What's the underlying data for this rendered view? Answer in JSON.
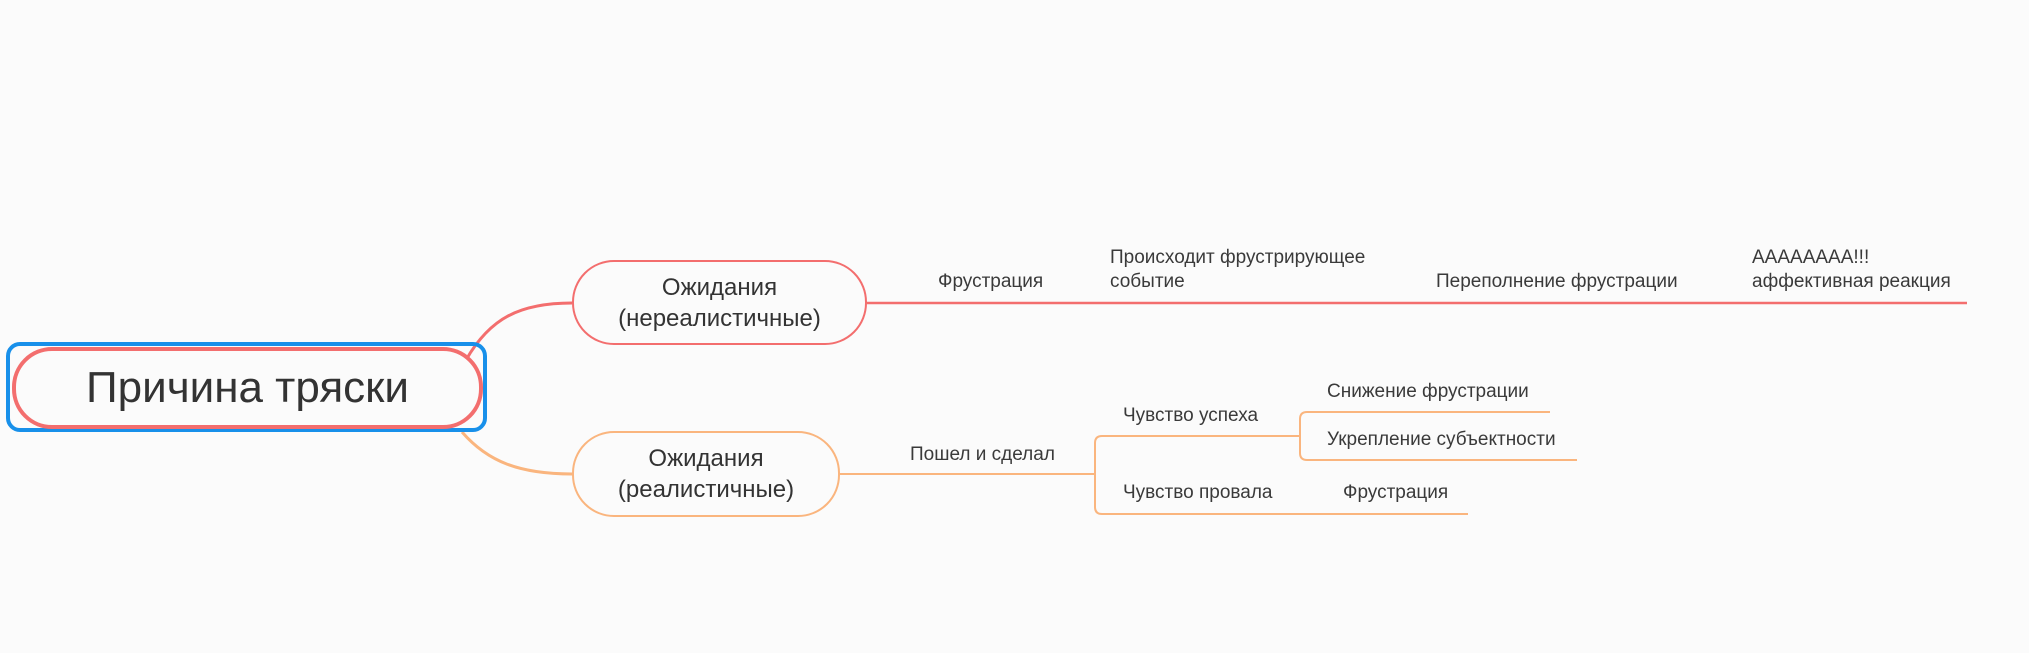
{
  "mindmap": {
    "root": {
      "label": "Причина тряски"
    },
    "branch_unrealistic": {
      "label": "Ожидания\n(нереалистичные)",
      "color": "#f36e6e",
      "children": [
        "Фрустрация",
        "Происходит фрустрирующее\nсобытие",
        "Переполнение фрустрации",
        "АААААААА!!!\nаффективная реакция"
      ]
    },
    "branch_realistic": {
      "label": "Ожидания\n(реалистичные)",
      "color": "#fab57e",
      "action": "Пошел и сделал",
      "success": {
        "label": "Чувство успеха",
        "children": [
          "Снижение фрустрации",
          "Укрепление субъектности"
        ]
      },
      "failure": {
        "label": "Чувство провала",
        "children": [
          "Фрустрация"
        ]
      }
    },
    "selection_color": "#1890ea"
  }
}
